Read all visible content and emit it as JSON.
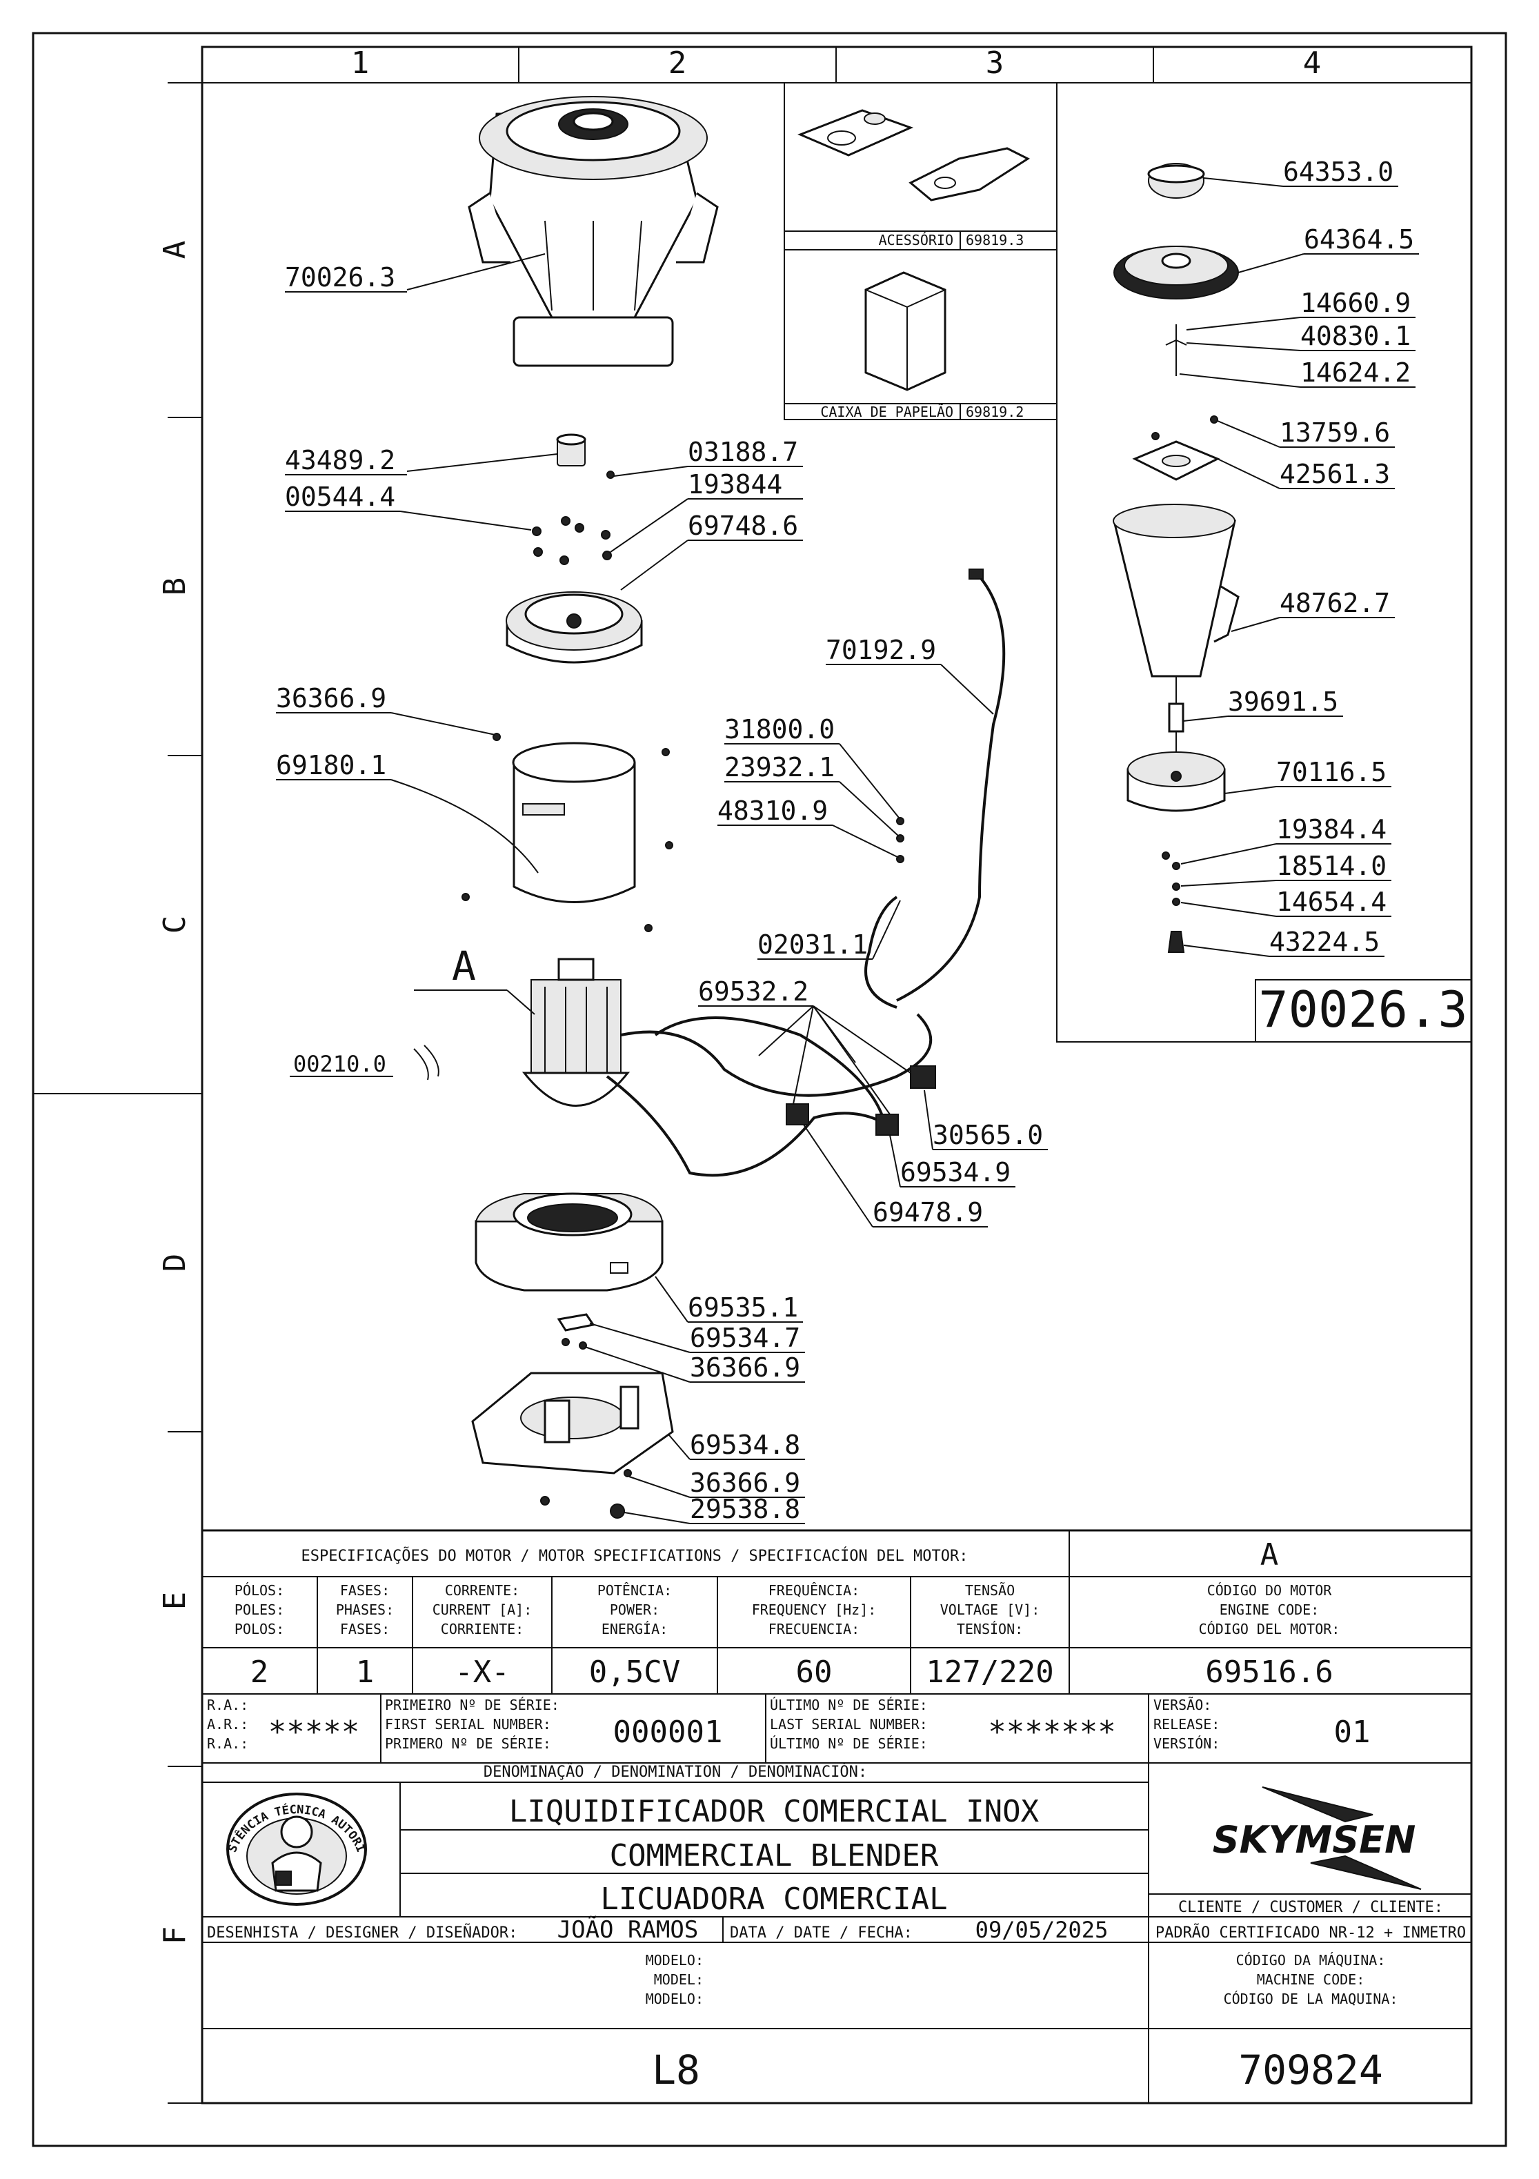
{
  "grid": {
    "columns": [
      "1",
      "2",
      "3",
      "4"
    ],
    "rows": [
      "A",
      "B",
      "C",
      "D",
      "E",
      "F"
    ]
  },
  "parts": {
    "jar": "70026.3",
    "coupling": "43489.2",
    "screw_a": "00544.4",
    "screw_b": "03188.7",
    "washer": "193844",
    "base_top": "69748.6",
    "pin": "36366.9",
    "housing": "69180.1",
    "detail_ref": "A",
    "capacitor": "00210.0",
    "cable": "70192.9",
    "terminal_a": "31800.0",
    "terminal_b": "23932.1",
    "terminal_c": "48310.9",
    "bracket": "02031.1",
    "harness": "69532.2",
    "switch": "30565.0",
    "switch_b": "69534.9",
    "connector": "69478.9",
    "base_housing": "69535.1",
    "plate": "69534.7",
    "screw_c": "36366.9",
    "bottom_base": "69534.8",
    "screw_d": "36366.9",
    "foot": "29538.8"
  },
  "accessory": {
    "label": "ACESSÓRIO",
    "code": "69819.3",
    "box_label": "CAIXA DE PAPELÃO",
    "box_code": "69819.2"
  },
  "jar_detail": {
    "lid_cap": "64353.0",
    "lid": "64364.5",
    "blade_nut": "14660.9",
    "blade": "40830.1",
    "washer": "14624.2",
    "screw": "13759.6",
    "blade_holder": "42561.3",
    "cup": "48762.7",
    "shaft": "39691.5",
    "base": "70116.5",
    "ring_a": "19384.4",
    "ring_b": "18514.0",
    "ring_c": "14654.4",
    "coupler": "43224.5",
    "title": "70026.3"
  },
  "specs": {
    "header": "ESPECIFICAÇÕES DO MOTOR / MOTOR SPECIFICATIONS / SPECIFICACÍON DEL MOTOR:",
    "ref": "A",
    "columns": [
      {
        "l1": "PÓLOS:",
        "l2": "POLES:",
        "l3": "POLOS:",
        "value": "2"
      },
      {
        "l1": "FASES:",
        "l2": "PHASES:",
        "l3": "FASES:",
        "value": "1"
      },
      {
        "l1": "CORRENTE:",
        "l2": "CURRENT [A]:",
        "l3": "CORRIENTE:",
        "value": "-X-"
      },
      {
        "l1": "POTÊNCIA:",
        "l2": "POWER:",
        "l3": "ENERGÍA:",
        "value": "0,5CV"
      },
      {
        "l1": "FREQUÊNCIA:",
        "l2": "FREQUENCY [Hz]:",
        "l3": "FRECUENCIA:",
        "value": "60"
      },
      {
        "l1": "TENSÃO",
        "l2": "VOLTAGE [V]:",
        "l3": "TENSÍON:",
        "value": "127/220"
      },
      {
        "l1": "CÓDIGO DO MOTOR",
        "l2": "ENGINE CODE:",
        "l3": "CÓDIGO DEL MOTOR:",
        "value": "69516.6"
      }
    ]
  },
  "serials": {
    "ra": [
      "R.A.:",
      "A.R.:",
      "R.A.:"
    ],
    "ra_value": "*****",
    "first": [
      "PRIMEIRO Nº DE SÉRIE:",
      "FIRST SERIAL NUMBER:",
      "PRIMERO Nº DE SÉRIE:"
    ],
    "first_value": "000001",
    "last": [
      "ÚLTIMO Nº DE SÉRIE:",
      "LAST SERIAL NUMBER:",
      "ÚLTIMO Nº DE SÉRIE:"
    ],
    "last_value": "*******",
    "version": [
      "VERSÃO:",
      "RELEASE:",
      "VERSIÓN:"
    ],
    "version_value": "01"
  },
  "title_block": {
    "denomination_label": "DENOMINAÇÃO / DENOMINATION / DENOMINACIÓN:",
    "name_pt": "LIQUIDIFICADOR COMERCIAL INOX",
    "name_en": "COMMERCIAL BLENDER",
    "name_es": "LICUADORA COMERCIAL",
    "stamp_text": "ASSISTÊNCIA TÉCNICA AUTORIZADA",
    "brand": "SKYMSEN",
    "client_label": "CLIENTE / CUSTOMER / CLIENTE:",
    "standard": "PADRÃO CERTIFICADO NR-12 + INMETRO",
    "designer_label": "DESENHISTA / DESIGNER / DISEÑADOR:",
    "designer": "JOÃO RAMOS",
    "date_label": "DATA / DATE / FECHA:",
    "date": "09/05/2025",
    "model_label": [
      "MODELO:",
      "MODEL:",
      "MODELO:"
    ],
    "model": "L8",
    "machine_label": [
      "CÓDIGO DA MÁQUINA:",
      "MACHINE CODE:",
      "CÓDIGO DE LA MAQUINA:"
    ],
    "machine_code": "709824"
  }
}
